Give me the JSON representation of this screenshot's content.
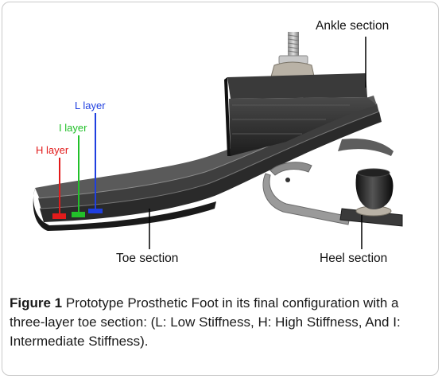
{
  "labels": {
    "ankle": "Ankle section",
    "toe": "Toe section",
    "heel": "Heel section",
    "l_layer": "L layer",
    "i_layer": "I layer",
    "h_layer": "H layer"
  },
  "colors": {
    "l_layer": "#1f3fe0",
    "i_layer": "#22c02a",
    "h_layer": "#e21b1b"
  },
  "caption": {
    "label": "Figure 1",
    "text": "Prototype Prosthetic Foot in its final configuration with a three-layer toe section: (L: Low Stiffness, H: High Stiffness, And I: Intermediate Stiffness)."
  }
}
